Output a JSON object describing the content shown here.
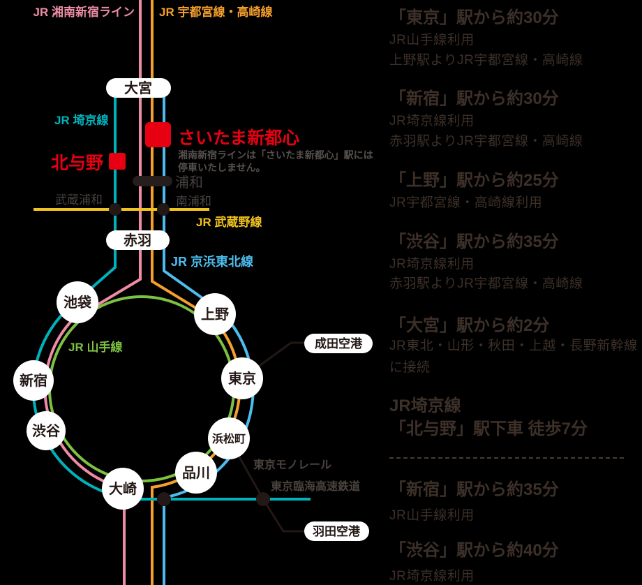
{
  "colors": {
    "background": "#000000",
    "shonan_shinjuku_pink": "#ee8ca6",
    "utsunomiya_takasaki_orange": "#f5a02c",
    "saikyo_teal": "#00b2bc",
    "keihin_tohoku_blue": "#4dbdee",
    "yamanote_green": "#7dc142",
    "musashino_yellow": "#f1c31f",
    "highlight_red": "#e60012",
    "dark_ink": "#231815",
    "map_gray_label": "#474140",
    "note_gray": "#55504c",
    "panel_text": "#3d3029"
  },
  "map": {
    "line_labels": {
      "shonan_shinjuku": "JR 湘南新宿ライン",
      "utsunomiya_takasaki": "JR 宇都宮線・高崎線",
      "saikyo": "JR 埼京線",
      "musashino": "JR 武蔵野線",
      "keihin_tohoku": "JR 京浜東北線",
      "yamanote": "JR 山手線",
      "tokyo_monorail": "東京モノレール",
      "rinkai": "東京臨海高速鉄道"
    },
    "highlight": {
      "saitama_shintoshin": "さいたま新都心",
      "kitayono": "北与野",
      "note_line1": "湘南新宿ラインは「さいたま新都心」駅には",
      "note_line2": "停車いたしません。"
    },
    "stations": {
      "omiya": "大宮",
      "akabane": "赤羽",
      "urawa": "浦和",
      "musashi_urawa": "武蔵浦和",
      "minami_urawa": "南浦和",
      "ikebukuro": "池袋",
      "ueno": "上野",
      "shinjuku": "新宿",
      "tokyo": "東京",
      "shibuya": "渋谷",
      "hamamatsucho": "浜松町",
      "shinagawa": "品川",
      "osaki": "大崎",
      "narita_airport": "成田空港",
      "haneda_airport": "羽田空港"
    }
  },
  "panel": {
    "blocks": [
      {
        "title": "「東京」駅から約30分",
        "details": [
          "JR山手線利用",
          "上野駅よりJR宇都宮線・高崎線"
        ]
      },
      {
        "title": "「新宿」駅から約30分",
        "details": [
          "JR埼京線利用",
          "赤羽駅よりJR宇都宮線・高崎線"
        ]
      },
      {
        "title": "「上野」駅から約25分",
        "details": [
          "JR宇都宮線・高崎線利用"
        ]
      },
      {
        "title": "「渋谷」駅から約35分",
        "details": [
          "JR埼京線利用",
          "赤羽駅よりJR宇都宮線・高崎線"
        ]
      },
      {
        "title": "「大宮」駅から約2分",
        "details": [
          "JR東北・山形・秋田・上越・長野新幹線",
          "に接続"
        ]
      },
      {
        "title": "JR埼京線",
        "title2": "「北与野」駅下車 徒歩7分"
      },
      {
        "title": "「新宿」駅から約35分",
        "details": [
          "JR山手線利用"
        ]
      },
      {
        "title": "「渋谷」駅から約40分",
        "details": [
          "JR埼京線利用"
        ]
      }
    ]
  }
}
